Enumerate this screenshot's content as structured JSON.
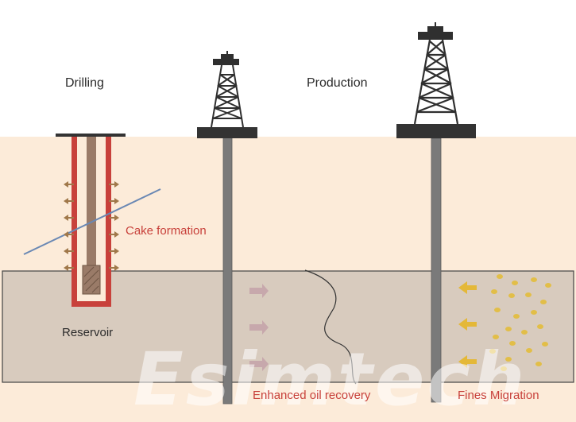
{
  "labels": {
    "drilling": "Drilling",
    "production": "Production",
    "cake_formation": "Cake formation",
    "reservoir": "Reservoir",
    "enhanced_oil_recovery": "Enhanced oil recovery",
    "fines_migration": "Fines Migration"
  },
  "watermark": "Esimtech",
  "colors": {
    "background": "#ffffff",
    "overburden": "#fcebd9",
    "reservoir": "#d8cbbe",
    "casing_red": "#c8413b",
    "drill_pipe": "#9a7b68",
    "well_pipe": "#7a7a7a",
    "rig": "#2f2f2f",
    "fracture_line": "#6a88b4",
    "arrow_brown": "#a0784a",
    "eor_arrow": "#c7a8ac",
    "fines_arrow": "#e4b838",
    "fines_dot": "#e2be48"
  }
}
